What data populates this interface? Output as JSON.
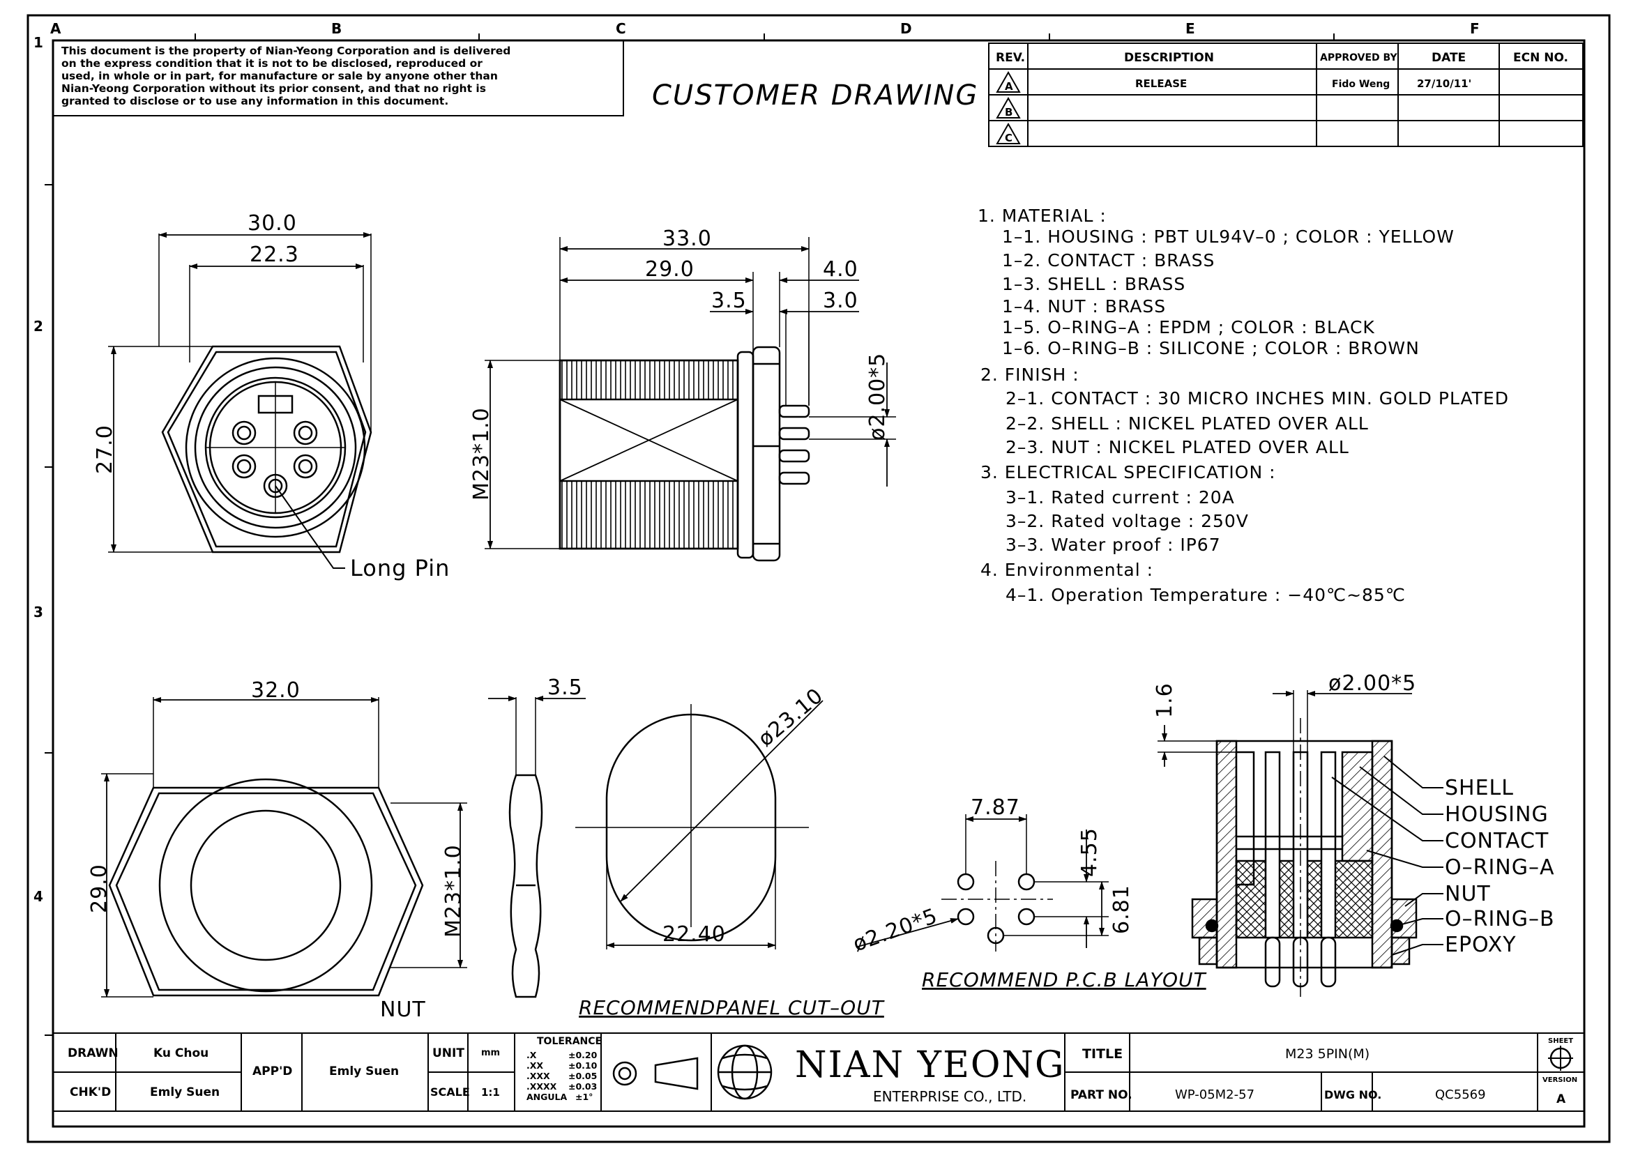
{
  "header": {
    "disclaimer": [
      "This document is the property of Nian-Yeong Corporation and is delivered",
      "on  the  express condition that it is not to be disclosed, reproduced or",
      "used, in whole or in part, for manufacture or sale by anyone other than",
      "Nian-Yeong Corporation without  its prior consent, and that  no right  is",
      "granted to disclose or to use any information in this  document."
    ],
    "drawing_title": "CUSTOMER  DRAWING"
  },
  "border": {
    "columns": [
      "A",
      "B",
      "C",
      "D",
      "E",
      "F"
    ],
    "rows": [
      "1",
      "2",
      "3",
      "4"
    ]
  },
  "revision_table": {
    "headers": [
      "REV.",
      "DESCRIPTION",
      "APPROVED BY",
      "DATE",
      "ECN NO."
    ],
    "rows": [
      {
        "rev": "A",
        "description": "RELEASE",
        "approved_by": "Fido Weng",
        "date": "27/10/11'",
        "ecn": ""
      },
      {
        "rev": "B",
        "description": "",
        "approved_by": "",
        "date": "",
        "ecn": ""
      },
      {
        "rev": "C",
        "description": "",
        "approved_by": "",
        "date": "",
        "ecn": ""
      }
    ]
  },
  "specifications": [
    "1.  MATERIAL  :",
    "1–1.  HOUSING  :  PBT  UL94V–0  ;  COLOR  :  YELLOW",
    "1–2.  CONTACT  :  BRASS",
    "1–3.  SHELL  :  BRASS",
    "1–4.  NUT  :  BRASS",
    "1–5.  O–RING–A  :  EPDM  ;  COLOR  :  BLACK",
    "1–6.  O–RING–B  :  SILICONE  ;  COLOR  :  BROWN",
    "2.  FINISH  :",
    "2–1.  CONTACT  :  30  MICRO  INCHES  MIN.  GOLD  PLATED",
    "2–2.  SHELL  :  NICKEL  PLATED  OVER  ALL",
    "2–3.  NUT  :  NICKEL  PLATED  OVER  ALL",
    "3.  ELECTRICAL  SPECIFICATION  :",
    "3–1.  Rated  current  :  20A",
    "3–2.  Rated  voltage  :  250V",
    "3–3.  Water  proof  :  IP67",
    "4.  Environmental  :",
    "4–1.  Operation  Temperature  :  −40℃~85℃"
  ],
  "front_view": {
    "dim_outer_width": "30.0",
    "dim_inner_width": "22.3",
    "dim_height": "27.0",
    "callout": "Long Pin"
  },
  "side_view": {
    "dim_total": "33.0",
    "dim_thread": "29.0",
    "dim_flange": "4.0",
    "dim_nut": "3.5",
    "dim_pin": "3.0",
    "dim_thread_size": "M23*1.0",
    "dim_pin_dia": "ø2.00*5"
  },
  "nut_view": {
    "dim_width": "32.0",
    "dim_height": "29.0",
    "dim_thread": "M23*1.0",
    "dim_thickness": "3.5",
    "label": "NUT"
  },
  "panel_cutout": {
    "dim_dia": "ø23.10",
    "dim_flat": "22.40",
    "label": "RECOMMENDPANEL  CUT–OUT"
  },
  "pcb_layout": {
    "dim_x": "7.87",
    "dim_y1": "4.55",
    "dim_y2": "6.81",
    "dim_hole": "ø2.20*5",
    "label": "RECOMMEND  P.C.B  LAYOUT"
  },
  "section_view": {
    "dim_top": "1.6",
    "dim_pin": "ø2.00*5",
    "callouts": [
      "SHELL",
      "HOUSING",
      "CONTACT",
      "O–RING–A",
      "NUT",
      "O–RING–B",
      "EPOXY"
    ]
  },
  "title_block": {
    "drawn_label": "DRAWN",
    "drawn_by": "Ku Chou",
    "chkd_label": "CHK'D",
    "chkd_by": "Emly Suen",
    "appd_label": "APP'D",
    "appd_by": "Emly Suen",
    "unit_label": "UNIT",
    "unit_value": "mm",
    "scale_label": "SCALE",
    "scale_value": "1:1",
    "tolerance_title": "TOLERANCE",
    "tolerances": [
      {
        "k": ".X",
        "v": "±0.20"
      },
      {
        "k": ".XX",
        "v": "±0.10"
      },
      {
        "k": ".XXX",
        "v": "±0.05"
      },
      {
        "k": ".XXXX",
        "v": "±0.03"
      },
      {
        "k": "ANGULA",
        "v": "±1°"
      }
    ],
    "company": "NIAN  YEONG",
    "company_sub": "ENTERPRISE CO., LTD.",
    "title_label": "TITLE",
    "title_value": "M23  5PIN(M)",
    "part_label": "PART NO.",
    "part_value": "WP-05M2-57",
    "dwg_label": "DWG NO.",
    "dwg_value": "QC5569",
    "sheet_label": "SHEET",
    "version_label": "VERSION",
    "version_value": "A"
  }
}
